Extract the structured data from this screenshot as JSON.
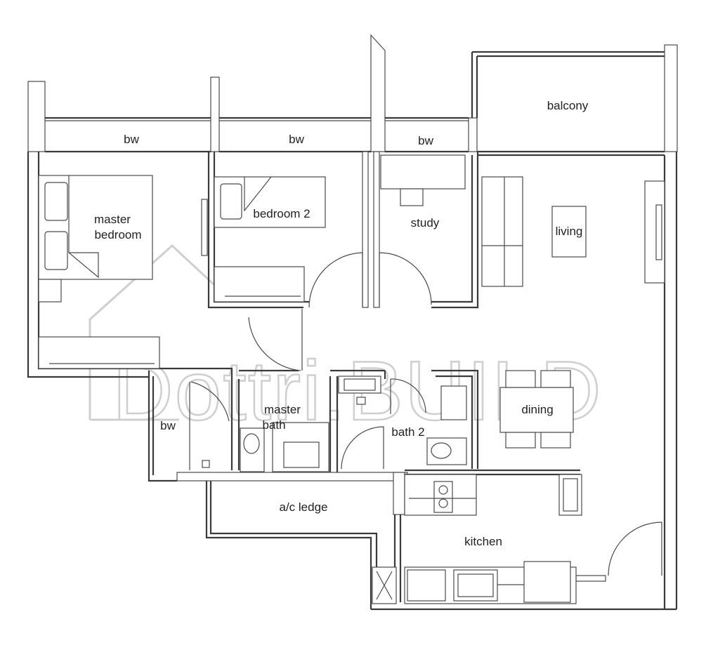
{
  "rooms": {
    "master_bedroom": [
      "master",
      "bedroom"
    ],
    "bedroom2": "bedroom 2",
    "study": "study",
    "living": "living",
    "balcony": "balcony",
    "bw": "bw",
    "master_bath": [
      "master",
      "bath"
    ],
    "bath2": "bath 2",
    "dining": "dining",
    "ac_ledge": "a/c ledge",
    "kitchen": "kitchen"
  },
  "watermark": {
    "text": "Dottri.BUILD",
    "color": "#cfcfcf"
  },
  "colors": {
    "wall": "#3a3a3a",
    "label": "#222222",
    "background": "#ffffff"
  }
}
